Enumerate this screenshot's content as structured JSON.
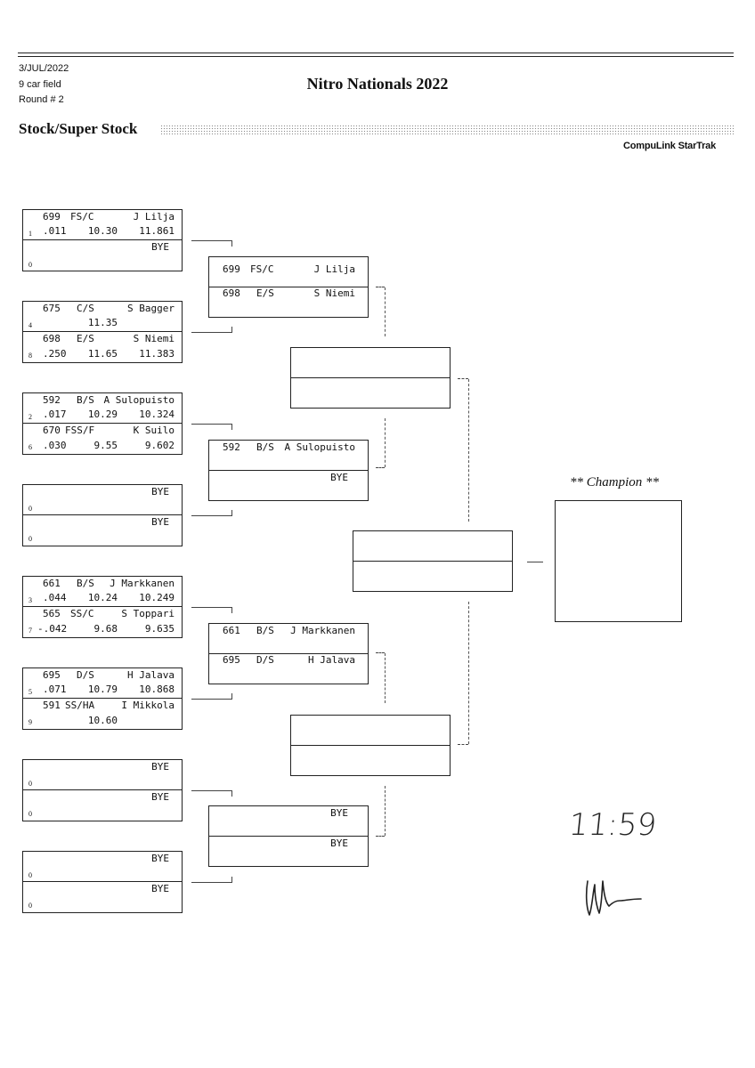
{
  "header": {
    "date": "3/JUL/2022",
    "field": "9 car field",
    "round": "Round # 2",
    "title": "Nitro Nationals 2022",
    "class_title": "Stock/Super Stock",
    "brand": "CompuLink StarTrak"
  },
  "round1": [
    {
      "top": {
        "lane": "1",
        "car": "699",
        "cls": "FS/C",
        "driver": "J Lilja",
        "rt": ".011",
        "dial": "10.30",
        "et": "11.861"
      },
      "bot": {
        "lane": "0",
        "driver": "BYE"
      }
    },
    {
      "top": {
        "lane": "4",
        "car": "675",
        "cls": "C/S",
        "driver": "S Bagger",
        "dial": "11.35"
      },
      "bot": {
        "lane": "8",
        "car": "698",
        "cls": "E/S",
        "driver": "S Niemi",
        "rt": ".250",
        "dial": "11.65",
        "et": "11.383"
      }
    },
    {
      "top": {
        "lane": "2",
        "car": "592",
        "cls": "B/S",
        "driver": "A Sulopuisto",
        "rt": ".017",
        "dial": "10.29",
        "et": "10.324"
      },
      "bot": {
        "lane": "6",
        "car": "670",
        "cls": "FSS/F",
        "driver": "K Suilo",
        "rt": ".030",
        "dial": "9.55",
        "et": "9.602"
      }
    },
    {
      "top": {
        "lane": "0",
        "driver": "BYE"
      },
      "bot": {
        "lane": "0",
        "driver": "BYE"
      }
    },
    {
      "top": {
        "lane": "3",
        "car": "661",
        "cls": "B/S",
        "driver": "J Markkanen",
        "rt": ".044",
        "dial": "10.24",
        "et": "10.249"
      },
      "bot": {
        "lane": "7",
        "car": "565",
        "cls": "SS/C",
        "driver": "S Toppari",
        "rt": "-.042",
        "dial": "9.68",
        "et": "9.635"
      }
    },
    {
      "top": {
        "lane": "5",
        "car": "695",
        "cls": "D/S",
        "driver": "H Jalava",
        "rt": ".071",
        "dial": "10.79",
        "et": "10.868"
      },
      "bot": {
        "lane": "9",
        "car": "591",
        "cls": "SS/HA",
        "driver": "I Mikkola",
        "dial": "10.60"
      }
    },
    {
      "top": {
        "lane": "0",
        "driver": "BYE"
      },
      "bot": {
        "lane": "0",
        "driver": "BYE"
      }
    },
    {
      "top": {
        "lane": "0",
        "driver": "BYE"
      },
      "bot": {
        "lane": "0",
        "driver": "BYE"
      }
    }
  ],
  "round2": [
    {
      "top": {
        "car": "699",
        "cls": "FS/C",
        "driver": "J Lilja"
      },
      "bot": {
        "car": "698",
        "cls": "E/S",
        "driver": "S Niemi"
      }
    },
    {
      "top": {
        "car": "592",
        "cls": "B/S",
        "driver": "A Sulopuisto"
      },
      "bot": {
        "driver": "BYE"
      }
    },
    {
      "top": {
        "car": "661",
        "cls": "B/S",
        "driver": "J Markkanen"
      },
      "bot": {
        "car": "695",
        "cls": "D/S",
        "driver": "H Jalava"
      }
    },
    {
      "top": {
        "driver": "BYE"
      },
      "bot": {
        "driver": "BYE"
      }
    }
  ],
  "champion_label": "** Champion **",
  "handwriting": {
    "time": "11:59"
  }
}
